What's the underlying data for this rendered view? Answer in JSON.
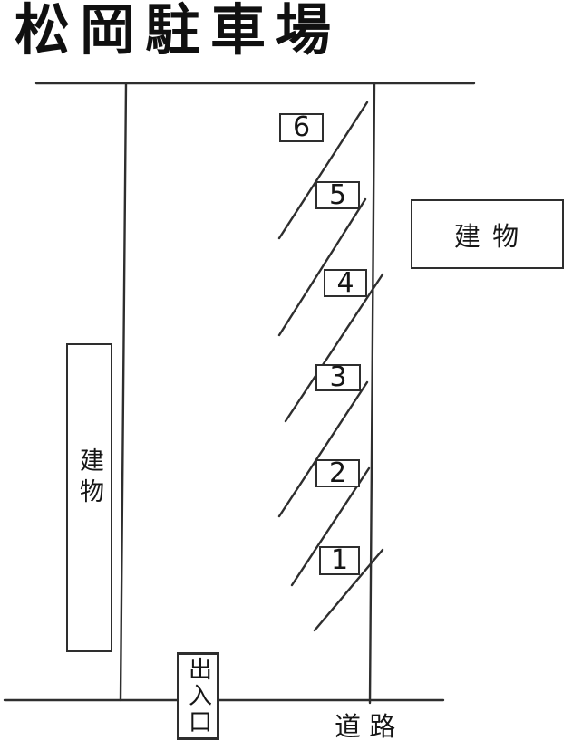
{
  "title": "松岡駐車場",
  "parking": {
    "spots": [
      {
        "label": "6"
      },
      {
        "label": "5"
      },
      {
        "label": "4"
      },
      {
        "label": "3"
      },
      {
        "label": "2"
      },
      {
        "label": "1"
      }
    ]
  },
  "buildings": {
    "left_label": "建物",
    "right_label": "建 物"
  },
  "entrance_label": "出入口",
  "road_label": "道 路",
  "colors": {
    "ink": "#2e2e2e",
    "background": "#ffffff"
  }
}
